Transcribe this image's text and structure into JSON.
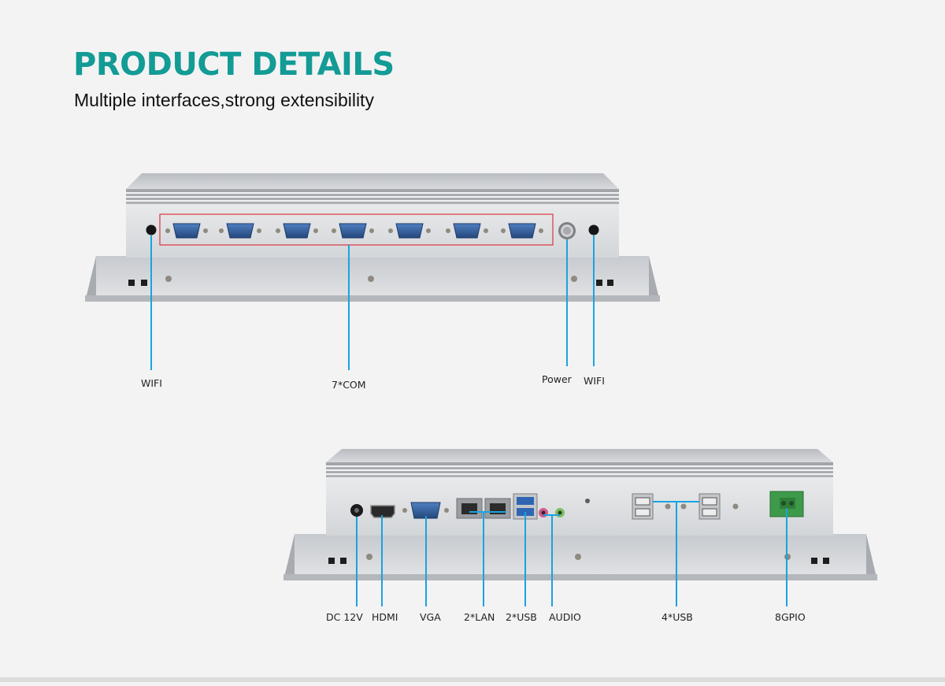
{
  "header": {
    "title": "PRODUCT DETAILS",
    "subtitle": "Multiple interfaces,strong extensibility"
  },
  "colors": {
    "title": "#139b95",
    "callout_line": "#1aa3e0",
    "highlight_box": "#d9363e",
    "chassis": "#cfd2d6",
    "db9_port": "#2f5c9a",
    "gpio_block": "#3d9a4a"
  },
  "top_panel": {
    "labels": {
      "wifi_left": "WIFI",
      "com": "7*COM",
      "power": "Power",
      "wifi_right": "WIFI"
    },
    "com_port_count": 7
  },
  "bottom_panel": {
    "labels": {
      "dc": "DC 12V",
      "hdmi": "HDMI",
      "vga": "VGA",
      "lan": "2*LAN",
      "usb2": "2*USB",
      "audio": "AUDIO",
      "usb4": "4*USB",
      "gpio": "8GPIO"
    }
  }
}
